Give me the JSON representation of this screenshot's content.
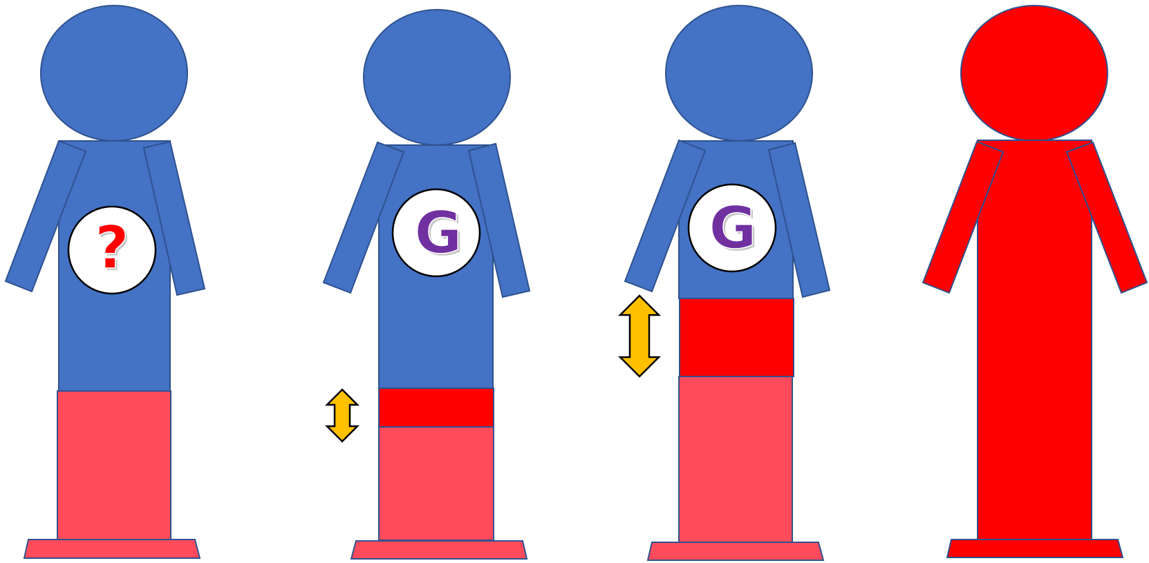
{
  "colors": {
    "blue": "#4472C4",
    "outline": "#2F528F",
    "pink": "#FF4B5C",
    "red": "#FF0000",
    "purple": "#7030A0",
    "arrow": "#FFC000",
    "white": "#FFFFFF"
  },
  "figures": [
    {
      "id": "figure-1",
      "badge": "?",
      "badge_color": "#FF0000",
      "shaded_band": "none"
    },
    {
      "id": "figure-2",
      "badge": "G",
      "badge_color": "#7030A0",
      "shaded_band": "small",
      "arrow": "small"
    },
    {
      "id": "figure-3",
      "badge": "G",
      "badge_color": "#7030A0",
      "shaded_band": "large",
      "arrow": "large"
    },
    {
      "id": "figure-4",
      "badge": "",
      "shaded_band": "full"
    }
  ]
}
